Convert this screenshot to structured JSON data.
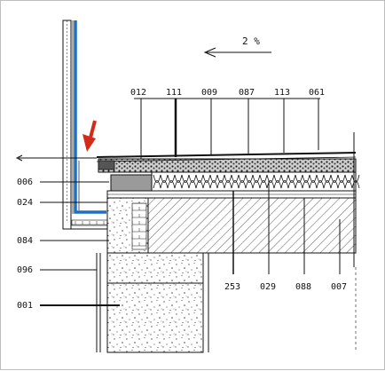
{
  "slope": {
    "text": "2 %"
  },
  "labels": {
    "top": [
      "012",
      "111",
      "009",
      "087",
      "113",
      "061"
    ],
    "left": [
      "006",
      "024",
      "084",
      "096",
      "001"
    ],
    "bottom": [
      "253",
      "029",
      "088",
      "007"
    ]
  },
  "colors": {
    "flashing": "#1f6fc0",
    "arrow": "#d42a1a",
    "line": "#111111"
  }
}
